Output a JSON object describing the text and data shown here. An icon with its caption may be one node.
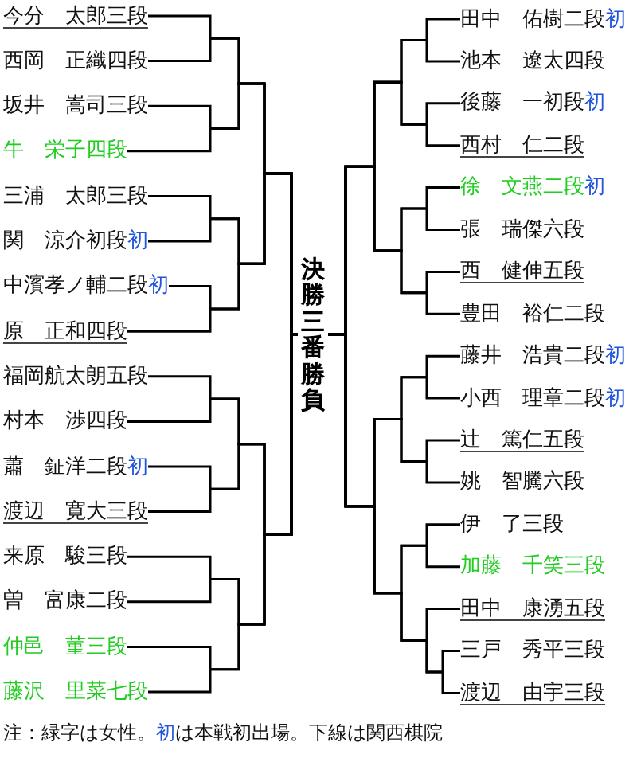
{
  "diagram": {
    "nodes": [
      {
        "text": [
          "今分　太郎三段"
        ]
      },
      {
        "text": [
          "西岡　正織四段"
        ]
      },
      {
        "text": [
          "坂井　嵩司三段"
        ]
      },
      {
        "text": [
          "牛　栄子四段"
        ]
      },
      {
        "text": [
          "三浦　太郎三段"
        ]
      },
      {
        "text": [
          "関　涼介初段"
        ],
        "beside": [
          "初"
        ]
      },
      {
        "text": [
          "中濱孝ノ輔二段"
        ],
        "beside": [
          "初"
        ]
      },
      {
        "text": [
          "原　正和四段"
        ]
      },
      {
        "text": [
          "福岡航太朗五段"
        ]
      },
      {
        "text": [
          "村本　渉四段"
        ]
      },
      {
        "text": [
          "蕭　鉦洋二段"
        ],
        "beside": [
          "初"
        ]
      },
      {
        "text": [
          "渡辺　寛大三段"
        ]
      },
      {
        "text": [
          "来原　駿三段"
        ]
      },
      {
        "text": [
          "曽　富康二段"
        ]
      },
      {
        "text": [
          "仲邑　菫三段"
        ]
      },
      {
        "text": [
          "藤沢　里菜七段"
        ]
      },
      {
        "text": [
          "決勝三番勝負"
        ]
      },
      {
        "text": [
          "田中　佑樹二段"
        ],
        "beside": [
          "初"
        ]
      },
      {
        "text": [
          "池本　遼太四段"
        ]
      },
      {
        "text": [
          "後藤　一初段"
        ],
        "beside": [
          "初"
        ]
      },
      {
        "text": [
          "西村　仁二段"
        ]
      },
      {
        "text": [
          "徐　文燕二段"
        ],
        "beside": [
          "初"
        ]
      },
      {
        "text": [
          "張　瑞傑六段"
        ]
      },
      {
        "text": [
          "西　健伸五段"
        ]
      },
      {
        "text": [
          "豊田　裕仁二段"
        ]
      },
      {
        "text": [
          "藤井　浩貴二段"
        ],
        "beside": [
          "初"
        ]
      },
      {
        "text": [
          "小西　理章二段"
        ],
        "beside": [
          "初"
        ]
      },
      {
        "text": [
          "辻　篤仁五段"
        ]
      },
      {
        "text": [
          "姚　智騰六段"
        ]
      },
      {
        "text": [
          "伊　了三段"
        ]
      },
      {
        "text": [
          "加藤　千笑三段"
        ]
      },
      {
        "text": [
          "田中　康湧五段"
        ]
      },
      {
        "text": [
          "三戸　秀平三段"
        ]
      },
      {
        "text": [
          "渡辺　由宇三段"
        ]
      }
    ],
    "edges": [
      {
        "from": 0,
        "to": 16,
        "arrow": "none"
      },
      {
        "from": 1,
        "to": 16,
        "arrow": "none"
      },
      {
        "from": 2,
        "to": 16,
        "arrow": "none"
      },
      {
        "from": 3,
        "to": 16,
        "arrow": "none"
      },
      {
        "from": 4,
        "to": 16,
        "arrow": "none"
      },
      {
        "from": 5,
        "to": 16,
        "arrow": "none"
      },
      {
        "from": 6,
        "to": 16,
        "arrow": "none"
      },
      {
        "from": 7,
        "to": 16,
        "arrow": "none"
      },
      {
        "from": 8,
        "to": 16,
        "arrow": "none"
      },
      {
        "from": 9,
        "to": 16,
        "arrow": "none"
      },
      {
        "from": 10,
        "to": 16,
        "arrow": "none"
      },
      {
        "from": 11,
        "to": 16,
        "arrow": "none"
      },
      {
        "from": 12,
        "to": 16,
        "arrow": "none"
      },
      {
        "from": 13,
        "to": 16,
        "arrow": "none"
      },
      {
        "from": 14,
        "to": 16,
        "arrow": "none"
      },
      {
        "from": 15,
        "to": 16,
        "arrow": "none"
      },
      {
        "from": 17,
        "to": 16,
        "arrow": "none"
      },
      {
        "from": 18,
        "to": 16,
        "arrow": "none"
      },
      {
        "from": 19,
        "to": 16,
        "arrow": "none"
      },
      {
        "from": 20,
        "to": 16,
        "arrow": "none"
      },
      {
        "from": 21,
        "to": 16,
        "arrow": "none"
      },
      {
        "from": 22,
        "to": 16,
        "arrow": "none"
      },
      {
        "from": 23,
        "to": 16,
        "arrow": "none"
      },
      {
        "from": 24,
        "to": 16,
        "arrow": "none"
      },
      {
        "from": 25,
        "to": 16,
        "arrow": "none"
      },
      {
        "from": 26,
        "to": 16,
        "arrow": "none"
      },
      {
        "from": 27,
        "to": 16,
        "arrow": "none"
      },
      {
        "from": 28,
        "to": 16,
        "arrow": "none"
      },
      {
        "from": 29,
        "to": 16,
        "arrow": "none"
      },
      {
        "from": 30,
        "to": 16,
        "arrow": "none"
      },
      {
        "from": 31,
        "to": 16,
        "arrow": "none"
      },
      {
        "from": 32,
        "to": 16,
        "arrow": "none"
      },
      {
        "from": 33,
        "to": 16,
        "arrow": "none"
      }
    ],
    "labels": [
      "注：緑字は女性。",
      "初",
      "は本戦初出場。下線は関西棋院"
    ]
  }
}
